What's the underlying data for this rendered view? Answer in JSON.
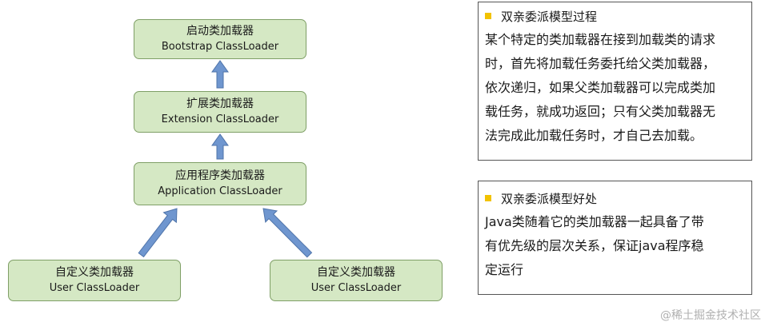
{
  "diagram": {
    "nodes": [
      {
        "id": "bootstrap",
        "name_cn": "启动类加载器",
        "name_en": "Bootstrap ClassLoader"
      },
      {
        "id": "extension",
        "name_cn": "扩展类加载器",
        "name_en": "Extension ClassLoader"
      },
      {
        "id": "application",
        "name_cn": "应用程序类加载器",
        "name_en": "Application ClassLoader"
      },
      {
        "id": "user-left",
        "name_cn": "自定义类加载器",
        "name_en": "User ClassLoader"
      },
      {
        "id": "user-right",
        "name_cn": "自定义类加载器",
        "name_en": "User ClassLoader"
      }
    ],
    "edges": [
      {
        "from": "extension",
        "to": "bootstrap"
      },
      {
        "from": "application",
        "to": "extension"
      },
      {
        "from": "user-left",
        "to": "application"
      },
      {
        "from": "user-right",
        "to": "application"
      }
    ],
    "colors": {
      "node_fill": "#d5e8c4",
      "node_border": "#7f9f66",
      "arrow": "#6f96cf",
      "bullet": "#f2c200"
    }
  },
  "panels": {
    "process": {
      "title": "双亲委派模型过程",
      "lines": [
        "某个特定的类加载器在接到加载类的请求",
        "时，首先将加载任务委托给父类加载器，",
        "依次递归，如果父类加载器可以完成类加",
        "载任务，就成功返回；只有父类加载器无",
        "法完成此加载任务时，才自己去加载。"
      ]
    },
    "benefit": {
      "title": "双亲委派模型好处",
      "lines": [
        "Java类随着它的类加载器一起具备了带",
        "有优先级的层次关系，保证java程序稳",
        "定运行"
      ]
    }
  },
  "watermark": "@稀土掘金技术社区"
}
